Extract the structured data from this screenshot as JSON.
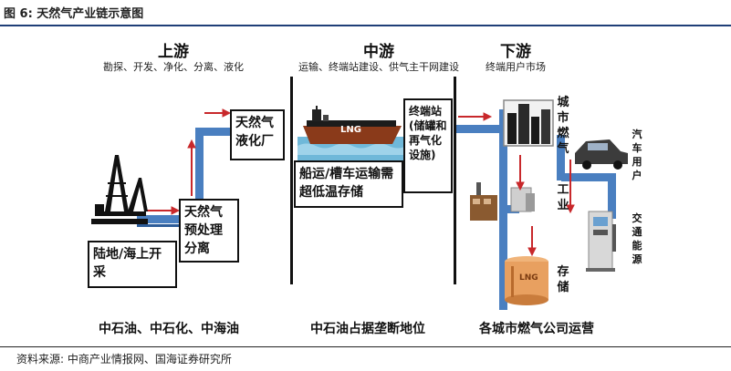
{
  "figure_title": "图 6: 天然气产业链示意图",
  "source": "资料来源: 中商产业情报网、国海证券研究所",
  "upstream": {
    "name": "上游",
    "desc": "勘探、开发、净化、分离、液化",
    "box_land_sea": "陆地/海上开采",
    "box_preprocess": "天然气预处理分离",
    "box_liquefaction": "天然气液化厂",
    "bottom_label": "中石油、中石化、中海油"
  },
  "midstream": {
    "name": "中游",
    "desc": "运输、终端站建设、供气主干网建设",
    "ship_label": "LNG",
    "box_transport": "船运/槽车运输需超低温存储",
    "box_terminal": "终端站(储罐和再气化设施)",
    "bottom_label": "中石油占据垄断地位"
  },
  "downstream": {
    "name": "下游",
    "desc": "终端用户市场",
    "city_gas": "城市燃气",
    "industry": "工业",
    "storage": "存储",
    "tank_label": "LNG",
    "car_users": "汽车用户",
    "transport_energy": "交通能源",
    "bottom_label": "各城市燃气公司运营"
  },
  "colors": {
    "pipe": "#4a7fc0",
    "arrow": "#c8282b",
    "water": "#6fb8d9",
    "ship_hull": "#8a3a1a",
    "tank": "#e8a060",
    "title_rule": "#1f3f78"
  }
}
